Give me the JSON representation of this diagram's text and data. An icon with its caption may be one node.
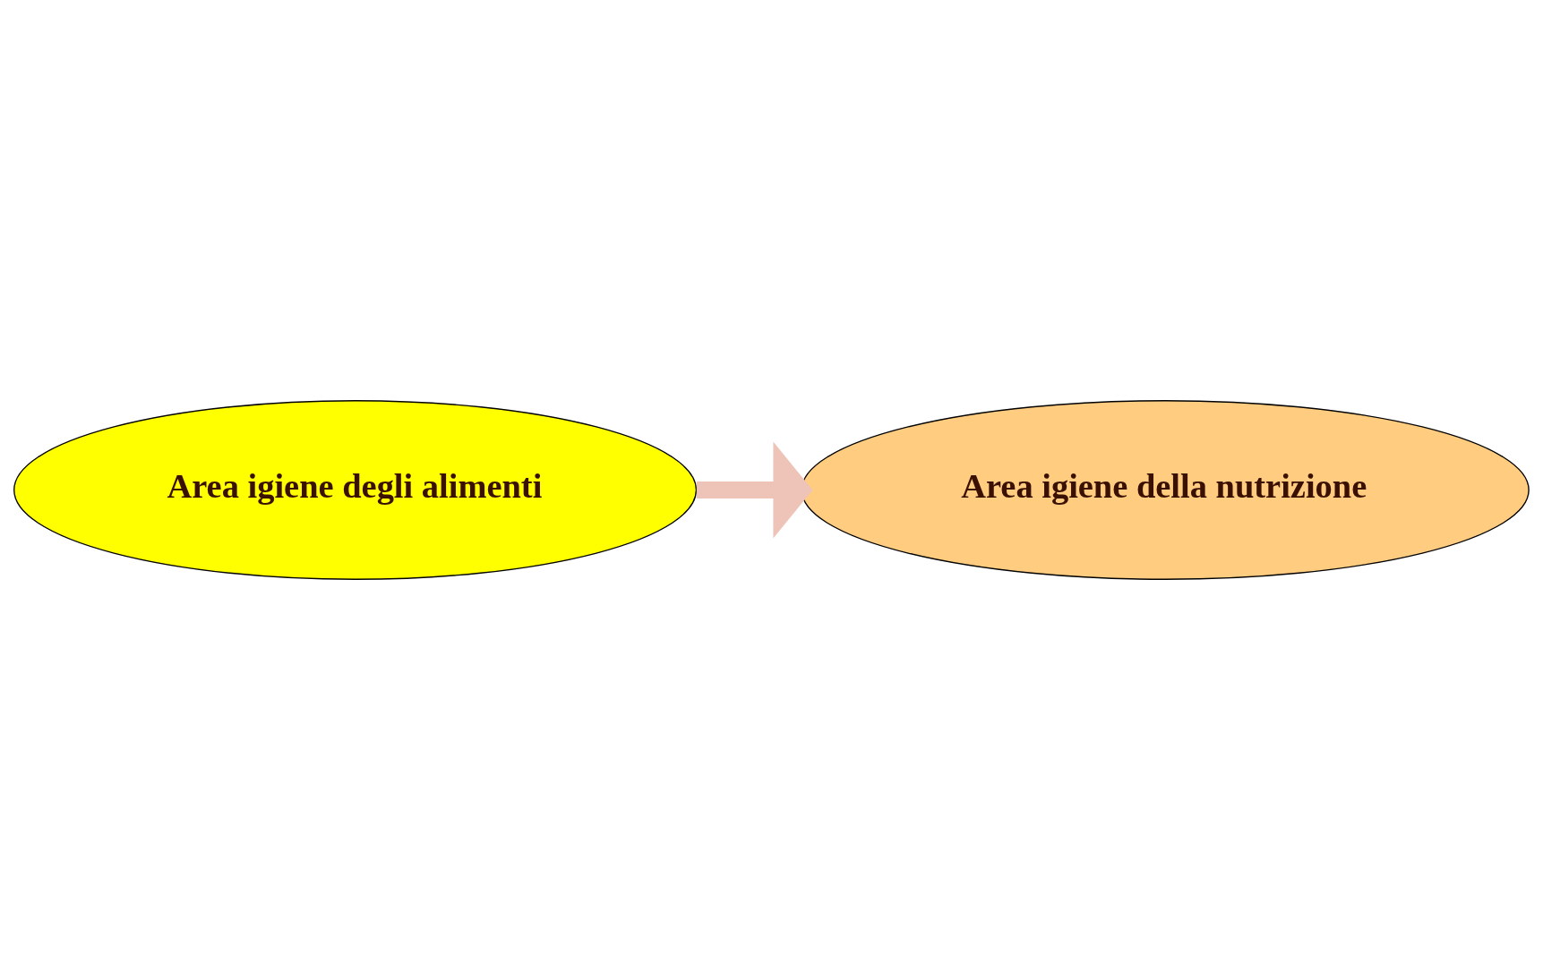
{
  "diagram": {
    "nodes": [
      {
        "text": [
          "Area igiene degli alimenti"
        ]
      },
      {
        "text": [
          "Area igiene della nutrizione"
        ]
      }
    ],
    "edges": [
      {
        "from": 0,
        "to": 1,
        "arrow": "to",
        "color": "#eec4b8"
      }
    ]
  }
}
